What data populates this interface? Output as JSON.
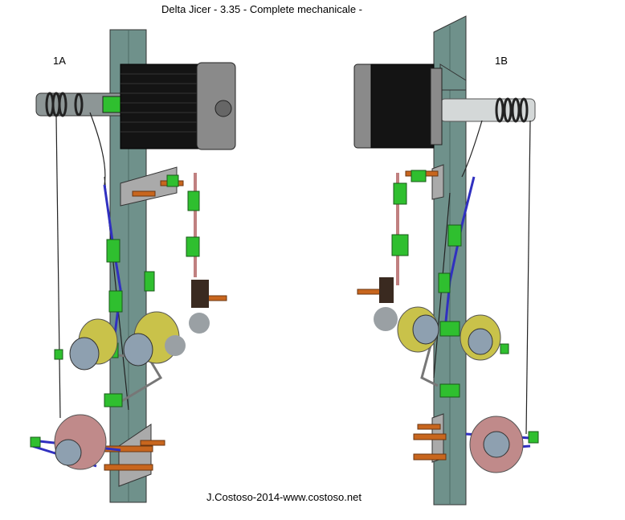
{
  "title": "Delta Jicer - 3.35 - Complete mechanicale -",
  "views": [
    {
      "label": "1A"
    },
    {
      "label": "1B"
    }
  ],
  "credit": "J.Costoso-2014-www.costoso.net",
  "colors": {
    "column": "#6f918b",
    "motor": "#141414",
    "motor_plate": "#8a8a8a",
    "connector": "#2fbf2f",
    "screw": "#c8661e",
    "wire": "#3030c0",
    "rod": "#c08080",
    "pulley": "#c9c24a",
    "pulley_pink": "#c08a8a"
  }
}
